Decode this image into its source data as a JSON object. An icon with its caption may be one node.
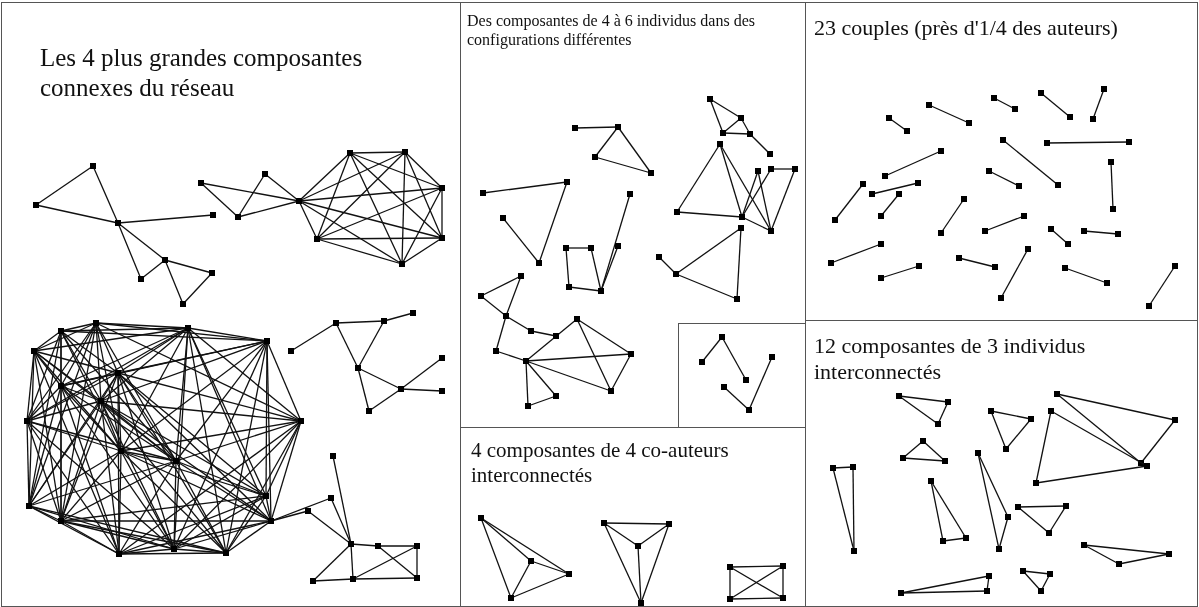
{
  "diagram": {
    "nodes": [
      {
        "text": [
          "Les 4 plus grandes composantes connexes du réseau"
        ]
      },
      {
        "text": [
          "Des composantes de 4 à 6 individus dans des configurations différentes"
        ]
      },
      {
        "text": [],
        "shape": "box",
        "in": 1
      },
      {
        "text": [
          "4 composantes de 4 co-auteurs interconnectés"
        ]
      },
      {
        "text": [
          "23 couples (près d'1/4 des auteurs)"
        ]
      },
      {
        "text": [
          "12 composantes de 3 individus interconnectés"
        ]
      }
    ]
  }
}
